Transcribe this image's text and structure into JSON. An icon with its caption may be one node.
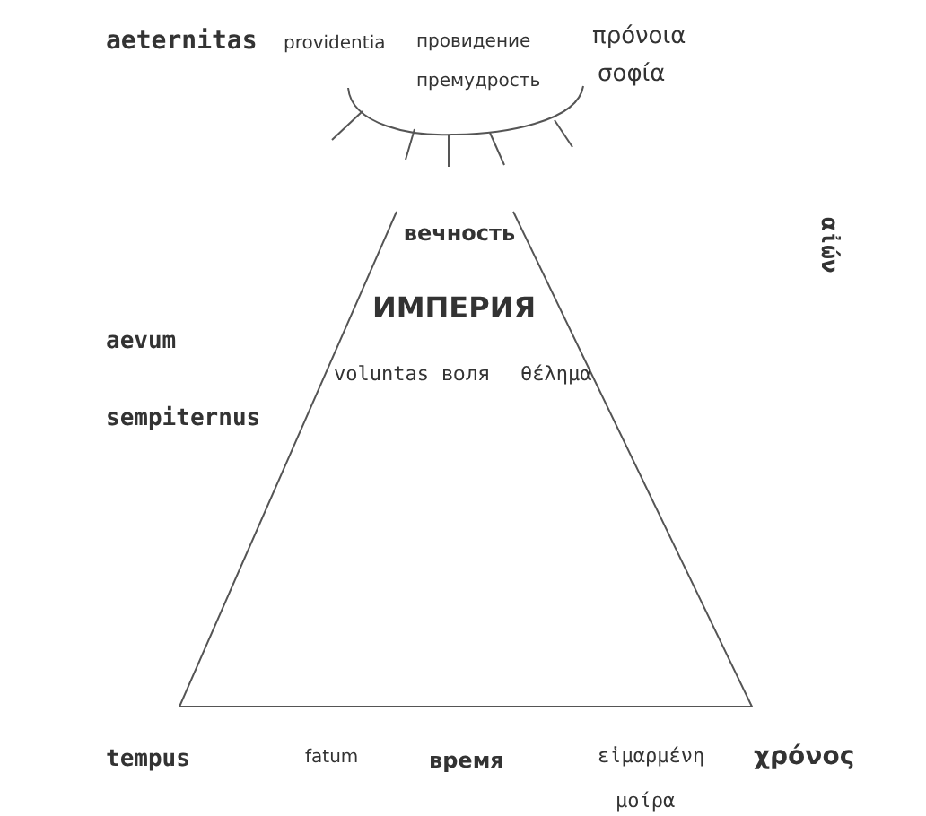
{
  "diagram": {
    "nodes": [
      {
        "text": [
          "вечность",
          "ИМПЕРИЯ",
          "voluntas",
          "воля",
          "θέλημα"
        ]
      }
    ],
    "labels": [
      "aeternitas",
      "providentia",
      "провидение",
      "πρόνοια",
      "премудрость",
      "σοφία",
      "αἰών",
      "aevum",
      "sempiternus",
      "tempus",
      "fatum",
      "время",
      "εἱμαρμένη",
      "χρόνος",
      "μοίρα"
    ]
  }
}
